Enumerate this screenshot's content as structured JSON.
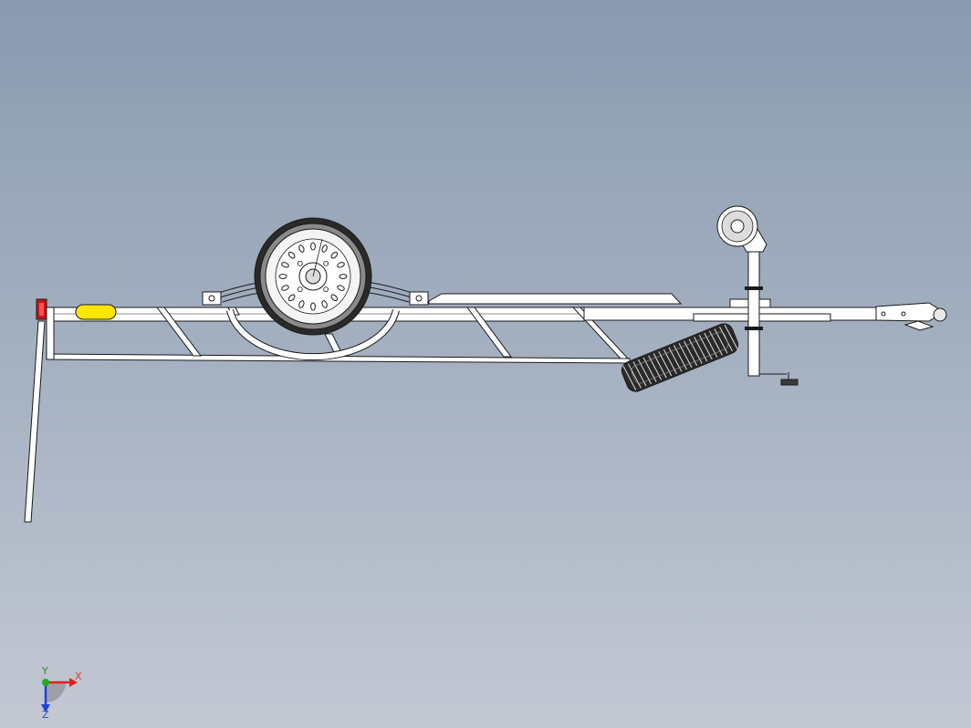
{
  "viewport": {
    "background_top": "#8a9bb0",
    "background_bottom": "#c3c8d3"
  },
  "model": {
    "description_icon": "boat-trailer-side-view",
    "line_color": "#1a1a1a",
    "frame_fill": "#ffffff",
    "reflector_color": "#ffe600",
    "tail_light_color": "#c81414",
    "tire_color": "#2a2a2a"
  },
  "triad": {
    "x_label": "X",
    "y_label": "Y",
    "z_label": "Z",
    "x_color": "#e02020",
    "y_color": "#22aa22",
    "z_color": "#2040e0"
  }
}
